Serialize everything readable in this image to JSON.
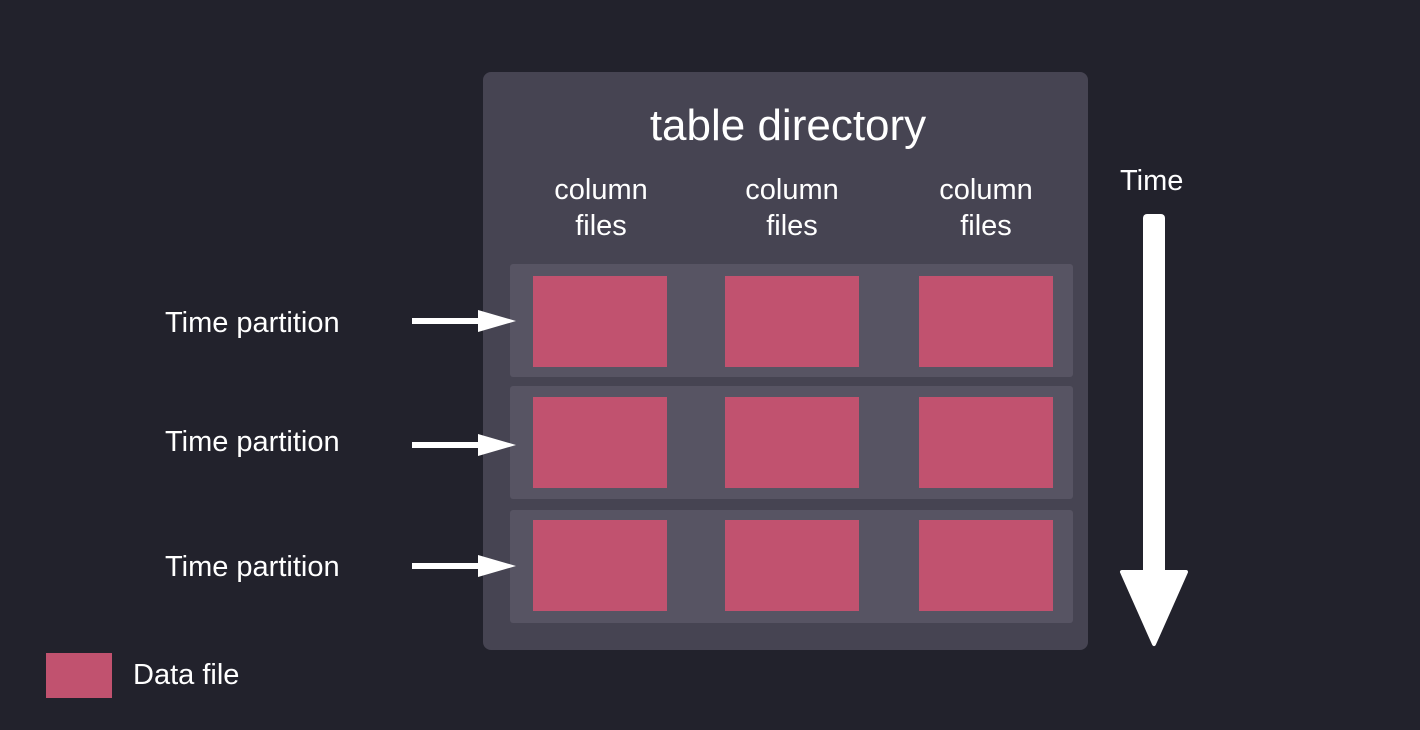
{
  "diagram": {
    "title": "table directory",
    "column_headers": [
      "column\nfiles",
      "column\nfiles",
      "column\nfiles"
    ],
    "partition_labels": [
      "Time partition",
      "Time partition",
      "Time partition"
    ],
    "time_label": "Time",
    "legend": {
      "label": "Data file"
    },
    "colors": {
      "background": "#22222c",
      "table_directory": "#464452",
      "partition": "#575463",
      "data_file": "#c1526f",
      "text": "#ffffff"
    }
  }
}
